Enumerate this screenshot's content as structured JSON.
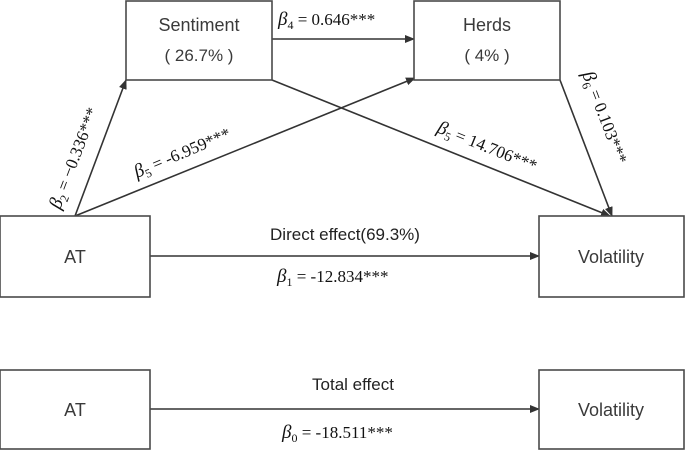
{
  "nodes": {
    "sentiment": {
      "label": "Sentiment",
      "share": "( 26.7% )"
    },
    "herds": {
      "label": "Herds",
      "share": "( 4% )"
    },
    "at_top": {
      "label": "AT"
    },
    "volatility_top": {
      "label": "Volatility"
    },
    "at_bottom": {
      "label": "AT"
    },
    "volatility_bottom": {
      "label": "Volatility"
    }
  },
  "labels": {
    "direct_effect": "Direct effect(69.3%)",
    "total_effect": "Total effect"
  },
  "coefficients": {
    "beta4": {
      "symbol": "β",
      "sub": "4",
      "value": " = 0.646***"
    },
    "beta2": {
      "symbol": "β",
      "sub": "2",
      "value": " = −0.336***"
    },
    "beta5_at_herds": {
      "symbol": "β",
      "sub": "5",
      "value": " = -6.959***"
    },
    "beta5_sent_vol": {
      "symbol": "β",
      "sub": "5",
      "value": " = 14.706***"
    },
    "beta6": {
      "symbol": "β",
      "sub": "6",
      "value": " = 0.103***"
    },
    "beta1": {
      "symbol": "β",
      "sub": "1",
      "value": " = -12.834***"
    },
    "beta0": {
      "symbol": "β",
      "sub": "0",
      "value": " = -18.511***"
    }
  },
  "colors": {
    "stroke": "#333333",
    "text": "#222222"
  }
}
